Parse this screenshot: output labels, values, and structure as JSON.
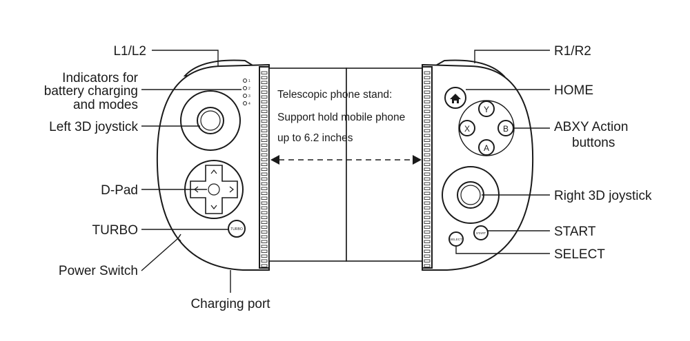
{
  "labels": {
    "l1l2": "L1/L2",
    "indicators": [
      "Indicators for",
      "battery charging",
      "and modes"
    ],
    "left_joystick": "Left 3D joystick",
    "dpad": "D-Pad",
    "turbo": "TURBO",
    "power_switch": "Power Switch",
    "charging_port": "Charging port",
    "r1r2": "R1/R2",
    "home": "HOME",
    "abxy": [
      "ABXY Action",
      "buttons"
    ],
    "right_joystick": "Right 3D joystick",
    "start": "START",
    "select": "SELECT"
  },
  "stand_text": [
    "Telescopic phone stand:",
    "Support hold mobile phone",
    "up to 6.2 inches"
  ],
  "buttons": {
    "y": "Y",
    "x": "X",
    "b": "B",
    "a": "A",
    "turbo": "TURBO",
    "start": "START",
    "select": "SELECT"
  },
  "indicator_numbers": [
    "1",
    "2",
    "3",
    "4"
  ],
  "icons": {
    "home": "home-icon",
    "arrow": "double-arrow-icon"
  },
  "colors": {
    "line": "#1a1a1a",
    "background": "#ffffff"
  }
}
